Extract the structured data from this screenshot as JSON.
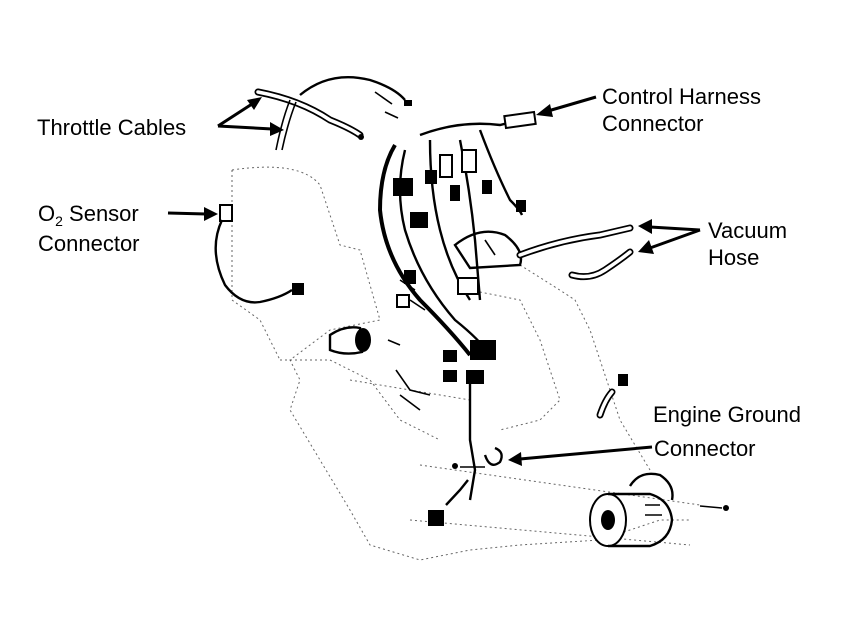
{
  "callouts": {
    "throttle_cables": {
      "line1": "Throttle Cables"
    },
    "o2_sensor": {
      "prefix": "O",
      "subscript": "2",
      "suffix": " Sensor",
      "line2": "Connector"
    },
    "control_harness": {
      "line1": "Control Harness",
      "line2": "Connector"
    },
    "vacuum_hose": {
      "line1": "Vacuum",
      "line2": "Hose"
    },
    "engine_ground": {
      "line1": "Engine Ground",
      "line2": "Connector"
    }
  },
  "colors": {
    "ink": "#000000",
    "paper": "#ffffff"
  }
}
